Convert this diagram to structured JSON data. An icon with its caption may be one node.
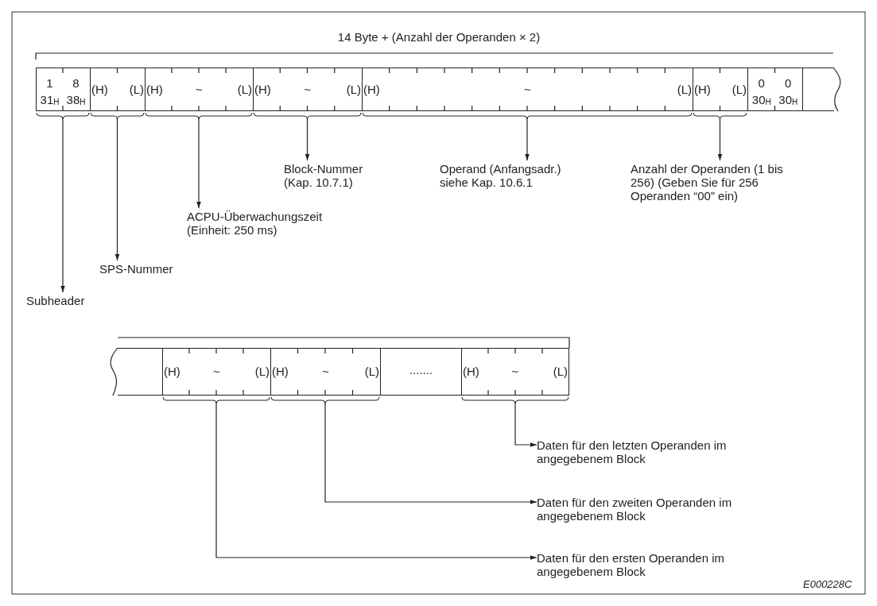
{
  "diagram": {
    "nodes": [
      {
        "text": [
          "1",
          "8",
          "31$_{H}$",
          "38$_{H}$"
        ]
      },
      {
        "text": [
          "(H)",
          "(L)"
        ]
      },
      {
        "text": [
          "(H)",
          "~",
          "(L)"
        ]
      },
      {
        "text": [
          "(H)",
          "~",
          "(L)"
        ]
      },
      {
        "text": [
          "(H)",
          "~",
          "(L)"
        ]
      },
      {
        "text": [
          "(H)",
          "(L)"
        ]
      },
      {
        "text": [
          "0",
          "0",
          "30$_{H}$",
          "30$_{H}$"
        ]
      },
      {
        "text": [],
        "shape": "box"
      },
      {
        "text": [
          "Subheader"
        ]
      },
      {
        "text": [
          "SPS-Nummer"
        ]
      },
      {
        "text": [
          "ACPU-Überwachungszeit (Einheit: 250 ms)"
        ]
      },
      {
        "text": [
          "Block-Nummer (Kap. 10.7.1)"
        ]
      },
      {
        "text": [
          "Operand (Anfangsadr.) siehe Kap. 10.6.1"
        ]
      },
      {
        "text": [
          "Anzahl der Operanden (1 bis 256) (Geben Sie für 256 Operanden “00” ein)"
        ]
      },
      {
        "text": [],
        "shape": "box"
      },
      {
        "text": [
          "(H)",
          "~",
          "(L)"
        ]
      },
      {
        "text": [
          "(H)",
          "~",
          "(L)"
        ]
      },
      {
        "text": [
          "......."
        ]
      },
      {
        "text": [
          "(H)",
          "~",
          "(L)"
        ]
      },
      {
        "text": [
          "Daten für den letzten Operanden im angegebenem Block"
        ]
      },
      {
        "text": [
          "Daten für den zweiten Operanden im angegebenem Block"
        ]
      },
      {
        "text": [
          "Daten für den ersten Operanden im angegebenem Block"
        ]
      }
    ],
    "edges": [
      {
        "from": 0,
        "to": 8,
        "arrow": "to"
      },
      {
        "from": 1,
        "to": 9,
        "arrow": "to"
      },
      {
        "from": 2,
        "to": 10,
        "arrow": "to"
      },
      {
        "from": 3,
        "to": 11,
        "arrow": "to"
      },
      {
        "from": 4,
        "to": 12,
        "arrow": "to"
      },
      {
        "from": 5,
        "to": 13,
        "arrow": "to"
      },
      {
        "from": 18,
        "to": 19,
        "arrow": "to"
      },
      {
        "from": 16,
        "to": 20,
        "arrow": "to"
      },
      {
        "from": 15,
        "to": 21,
        "arrow": "to"
      }
    ],
    "labels": [
      "14 Byte + (Anzahl der Operanden × 2)",
      "E000228C"
    ]
  }
}
